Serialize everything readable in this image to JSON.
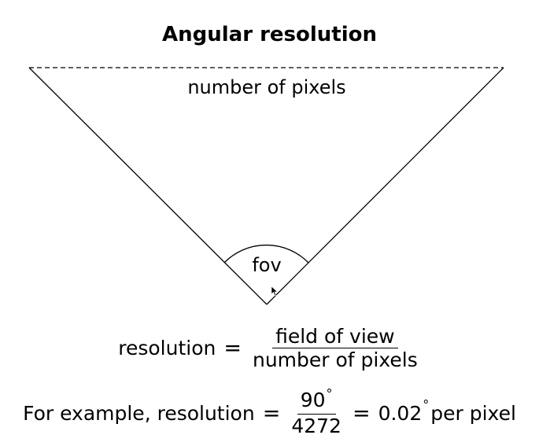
{
  "title": "Angular resolution",
  "diagram": {
    "top_label": "number of pixels",
    "angle_label": "fov"
  },
  "formula": {
    "lhs": "resolution",
    "numerator": "field of view",
    "denominator": "number of pixels"
  },
  "example": {
    "prefix": "For example, resolution",
    "numerator": "90",
    "denominator": "4272",
    "result_value": "0.02",
    "result_suffix": "per pixel",
    "degree_symbol": "°"
  },
  "colors": {
    "background": "#ffffff",
    "ink": "#000000"
  }
}
